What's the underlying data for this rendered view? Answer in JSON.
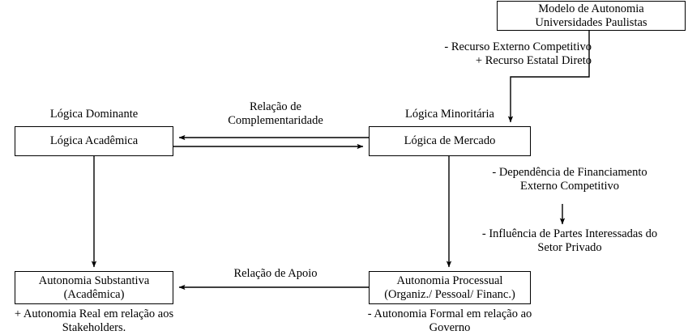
{
  "diagram": {
    "title": "Modelo de Autonomia Universidades Paulistas",
    "stroke_color": "#000000",
    "background_color": "#ffffff",
    "nodes": {
      "modelo": {
        "line1": "Modelo de Autonomia",
        "line2": "Universidades Paulistas"
      },
      "academica": {
        "line1": "Lógica Acadêmica"
      },
      "mercado": {
        "line1": "Lógica de Mercado"
      },
      "substantiva": {
        "line1": "Autonomia Substantiva",
        "line2": "(Acadêmica)"
      },
      "processual": {
        "line1": "Autonomia Processual",
        "line2": "(Organiz./ Pessoal/ Financ.)"
      }
    },
    "labels": {
      "recurso": {
        "line1": "- Recurso Externo Competitivo",
        "line2": "+ Recurso Estatal Direto"
      },
      "logica_dominante": "Lógica Dominante",
      "logica_minoritaria": "Lógica Minoritária",
      "complementaridade": {
        "line1": "Relação de",
        "line2": "Complementaridade"
      },
      "dependencia": {
        "line1": "- Dependência de Financiamento",
        "line2": "Externo Competitivo"
      },
      "influencia": {
        "line1": "- Influência de Partes Interessadas do",
        "line2": "Setor Privado"
      },
      "apoio": "Relação de Apoio",
      "autonomia_real": {
        "line1": "+ Autonomia Real em relação aos",
        "line2": "Stakeholders."
      },
      "autonomia_formal": {
        "line1": "- Autonomia Formal em relação ao",
        "line2": "Governo"
      }
    },
    "edges": [
      {
        "name": "modelo-to-mercado",
        "from": "modelo",
        "to": "mercado",
        "arrowheads": "end",
        "style": "elbow"
      },
      {
        "name": "mercado-to-academica",
        "from": "mercado",
        "to": "academica",
        "arrowheads": "end",
        "style": "straight"
      },
      {
        "name": "academica-to-mercado",
        "from": "academica",
        "to": "mercado",
        "arrowheads": "end",
        "style": "straight"
      },
      {
        "name": "academica-to-substantiva",
        "from": "academica",
        "to": "substantiva",
        "arrowheads": "end",
        "style": "straight"
      },
      {
        "name": "mercado-to-processual",
        "from": "mercado",
        "to": "processual",
        "arrowheads": "end",
        "style": "straight"
      },
      {
        "name": "dependencia-to-influencia",
        "from": "dependencia-label",
        "to": "influencia-label",
        "arrowheads": "end",
        "style": "straight"
      },
      {
        "name": "processual-to-substantiva",
        "from": "processual",
        "to": "substantiva",
        "arrowheads": "end",
        "style": "straight"
      }
    ]
  }
}
